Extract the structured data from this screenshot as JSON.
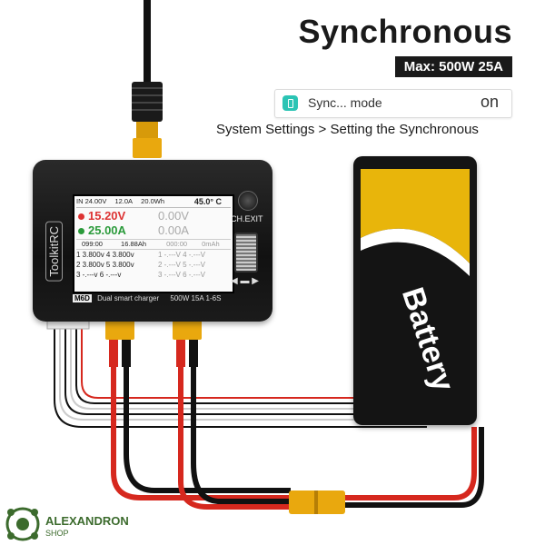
{
  "header": {
    "title": "Synchronous",
    "badge": "Max: 500W 25A"
  },
  "setting": {
    "label": "Sync... mode",
    "value": "on",
    "path": "System Settings  > Setting the Synchronous"
  },
  "charger": {
    "brand": "ToolkitRC",
    "screen": {
      "input_v": "IN 24.00V",
      "input_a": "12.0A",
      "input_w": "20.0Wh",
      "temp": "45.0° C",
      "voltage": "15.20V",
      "current": "25.00A",
      "voltage_alt": "0.00V",
      "current_alt": "0.00A",
      "time": "099:00",
      "capacity": "16.88Ah",
      "time_alt": "000:00",
      "capacity_alt": "0mAh",
      "cells": [
        "1 3.800v  4 3.800v",
        "2 3.800v  5 3.800v",
        "3 -.---v  6 -.---v"
      ],
      "cells_alt": [
        "1 -.---V  4 -.---V",
        "2 -.---V  5 -.---V",
        "3 -.---V  6 -.---V"
      ]
    },
    "model": "M6D",
    "model_desc": "Dual smart charger",
    "spec": "500W 15A 1-6S",
    "button_label": "CH.EXIT"
  },
  "battery": {
    "label": "Battery"
  },
  "logo": {
    "name": "ALEXANDRON",
    "sub": "SHOP"
  },
  "colors": {
    "accent": "#f2b70f",
    "wire_red": "#d6281e",
    "wire_black": "#111111"
  }
}
